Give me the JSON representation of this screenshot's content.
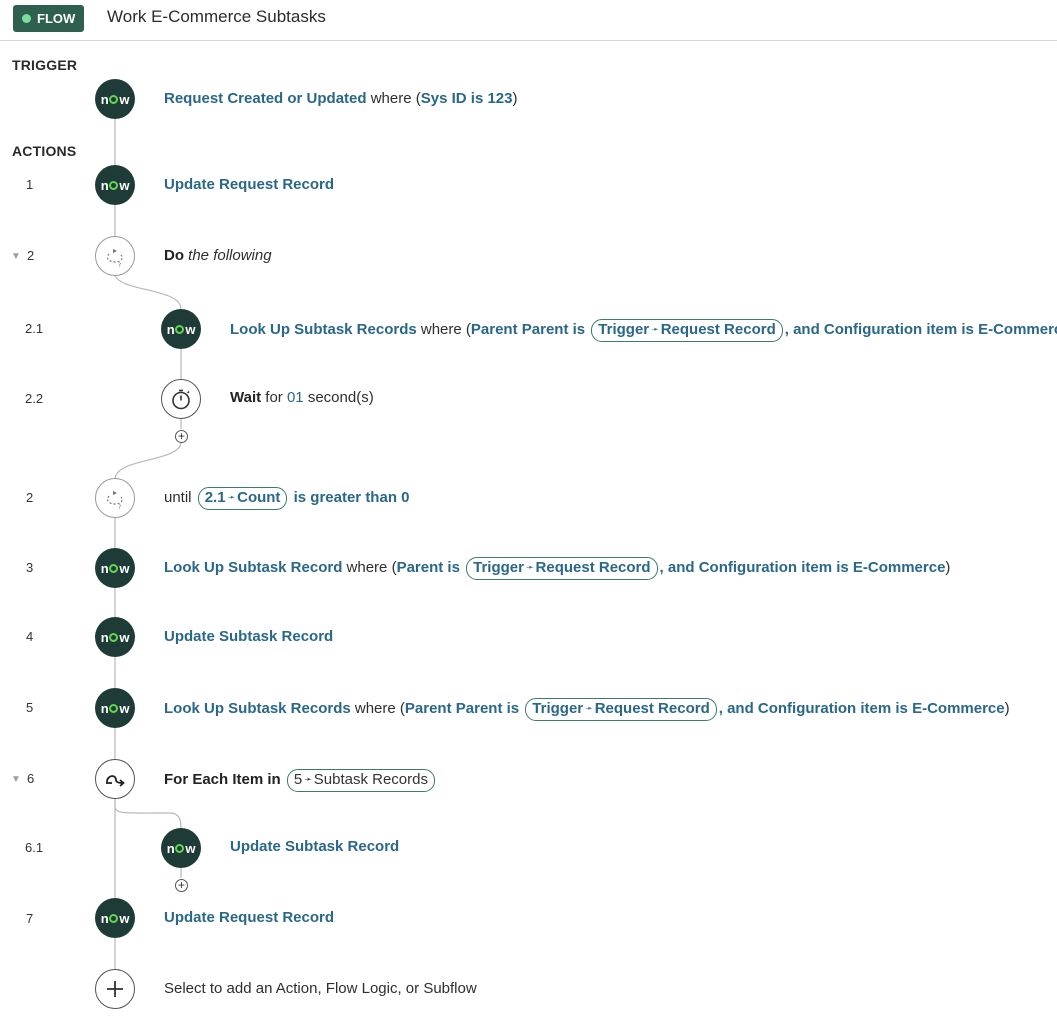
{
  "header": {
    "badge": "FLOW",
    "title": "Work E-Commerce Subtasks"
  },
  "sections": {
    "trigger": "TRIGGER",
    "actions": "ACTIONS"
  },
  "icon_label": {
    "n": "n",
    "w": "w"
  },
  "trigger": {
    "name": "Request Created or Updated",
    "where": "where",
    "open": "(",
    "condition": "Sys ID is 123",
    "close": ")"
  },
  "steps": {
    "s1": {
      "num": "1",
      "name": "Update Request Record"
    },
    "s2": {
      "num": "2",
      "do": "Do",
      "following": "the following"
    },
    "s21": {
      "num": "2.1",
      "name": "Look Up Subtask Records",
      "where": "where",
      "open": "(",
      "cond1": "Parent Parent is",
      "pill_a": "Trigger",
      "pill_b": "Request Record",
      "cond2": ", and Configuration item is E-Commerce",
      "close": ")"
    },
    "s22": {
      "num": "2.2",
      "wait": "Wait",
      "for": "for",
      "value": "01",
      "unit": "second(s)"
    },
    "s2until": {
      "num": "2",
      "until": "until",
      "pill_a": "2.1",
      "pill_b": "Count",
      "cond": "is greater than 0"
    },
    "s3": {
      "num": "3",
      "name": "Look Up Subtask Record",
      "where": "where",
      "open": "(",
      "cond1": "Parent is",
      "pill_a": "Trigger",
      "pill_b": "Request Record",
      "cond2": ", and Configuration item is E-Commerce",
      "close": ")"
    },
    "s4": {
      "num": "4",
      "name": "Update Subtask Record"
    },
    "s5": {
      "num": "5",
      "name": "Look Up Subtask Records",
      "where": "where",
      "open": "(",
      "cond1": "Parent Parent is",
      "pill_a": "Trigger",
      "pill_b": "Request Record",
      "cond2": ", and Configuration item is E-Commerce",
      "close": ")"
    },
    "s6": {
      "num": "6",
      "label": "For Each Item in",
      "pill_a": "5",
      "pill_b": "Subtask Records"
    },
    "s61": {
      "num": "6.1",
      "name": "Update Subtask Record"
    },
    "s7": {
      "num": "7",
      "name": "Update Request Record"
    }
  },
  "add_prompt": "Select to add an Action, Flow Logic, or Subflow",
  "colors": {
    "badge_bg": "#2f5f4f",
    "node_dark": "#1f3b37",
    "link": "#2a6788",
    "now_o": "#62d84e"
  }
}
